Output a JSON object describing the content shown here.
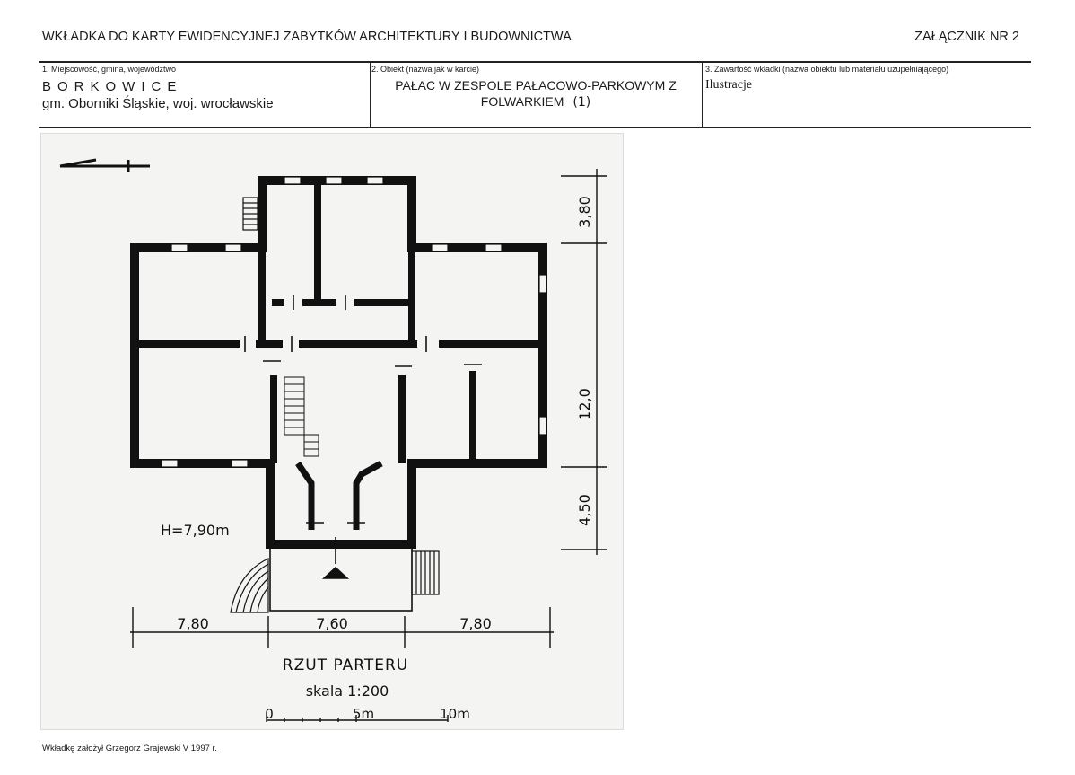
{
  "header": {
    "title": "WKŁADKA DO KARTY EWIDENCYJNEJ ZABYTKÓW ARCHITEKTURY I BUDOWNICTWA",
    "annex": "ZAŁĄCZNIK NR 2"
  },
  "fields": {
    "location": {
      "label": "1. Miejscowość, gmina, województwo",
      "place": "BORKOWICE",
      "gmina": "gm. Oborniki Śląskie, woj. wrocławskie"
    },
    "object": {
      "label": "2. Obiekt (nazwa jak w karcie)",
      "name_line1": "PAŁAC W ZESPOLE PAŁACOWO-PARKOWYM Z",
      "name_line2": "FOLWARKIEM",
      "handwritten_mark": "(1)"
    },
    "contents": {
      "label": "3. Zawartość wkładki (nazwa obiektu lub materiału uzupełniającego)",
      "value": "Ilustracje"
    }
  },
  "plan": {
    "height_note": "H=7,90m",
    "title": "RZUT PARTERU",
    "scale": "skala 1:200",
    "dim_horizontal": [
      "7,80",
      "7,60",
      "7,80"
    ],
    "dim_vertical": [
      "3,80",
      "12,0",
      "4,50"
    ],
    "scalebar": [
      "0",
      "5m",
      "10m"
    ]
  },
  "footer": {
    "note": "Wkładkę założył Grzegorz Grajewski V 1997 r."
  },
  "colors": {
    "ink": "#1a1a1a",
    "photo_bg": "#f4f4f3"
  }
}
